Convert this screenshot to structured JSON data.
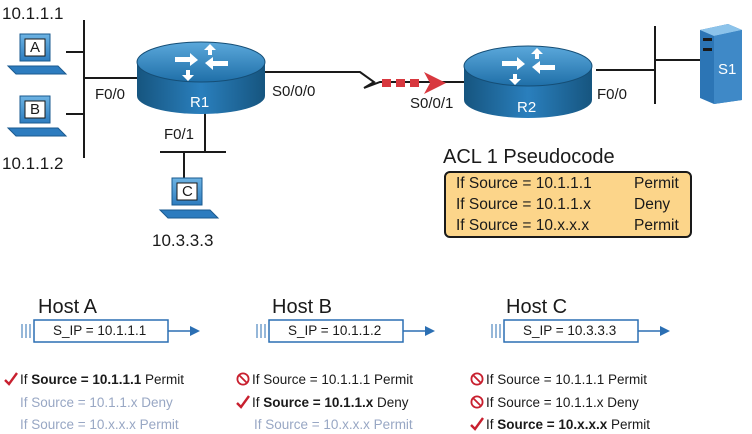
{
  "hosts": {
    "a": {
      "letter": "A",
      "ip": "10.1.1.1"
    },
    "b": {
      "letter": "B",
      "ip": "10.1.1.2"
    },
    "c": {
      "letter": "C",
      "ip": "10.3.3.3"
    }
  },
  "routers": {
    "r1": {
      "name": "R1",
      "lan_if": "F0/0",
      "lan2_if": "F0/1",
      "wan_if": "S0/0/0"
    },
    "r2": {
      "name": "R2",
      "wan_if": "S0/0/1",
      "lan_if": "F0/0"
    }
  },
  "server": {
    "name": "S1"
  },
  "acl": {
    "title": "ACL 1 Pseudocode",
    "rules": [
      {
        "text": "If Source = 10.1.1.1",
        "action": "Permit"
      },
      {
        "text": "If Source = 10.1.1.x",
        "action": "Deny"
      },
      {
        "text": "If Source = 10.x.x.x",
        "action": "Permit"
      }
    ]
  },
  "packets": [
    {
      "host_label": "Host A",
      "packet_text": "S_IP = 10.1.1.1",
      "evals": [
        {
          "status": "match",
          "prefix": "If ",
          "source": "Source = 10.1.1.1",
          "action": " Permit"
        },
        {
          "status": "unchecked",
          "text": "If Source = 10.1.1.x Deny"
        },
        {
          "status": "unchecked",
          "text": "If Source = 10.x.x.x Permit"
        }
      ]
    },
    {
      "host_label": "Host B",
      "packet_text": "S_IP = 10.1.1.2",
      "evals": [
        {
          "status": "nomatch",
          "text": "If Source = 10.1.1.1 Permit"
        },
        {
          "status": "match",
          "prefix": "If ",
          "source": "Source = 10.1.1.x",
          "action": " Deny"
        },
        {
          "status": "unchecked",
          "text": "If Source = 10.x.x.x Permit"
        }
      ]
    },
    {
      "host_label": "Host C",
      "packet_text": "S_IP = 10.3.3.3",
      "evals": [
        {
          "status": "nomatch",
          "text": "If Source = 10.1.1.1 Permit"
        },
        {
          "status": "nomatch",
          "text": "If Source = 10.1.1.x Deny"
        },
        {
          "status": "match",
          "prefix": "If ",
          "source": "Source = 10.x.x.x",
          "action": " Permit"
        }
      ]
    }
  ],
  "colors": {
    "acl_fill": "#fcd58a",
    "check": "#c8202f",
    "deny": "#c8202f",
    "muted_text": "#98a7c4",
    "router": "#1f6fa8",
    "packet_arrow": "#2b6fb3",
    "traffic_arrow": "#d8383f"
  }
}
